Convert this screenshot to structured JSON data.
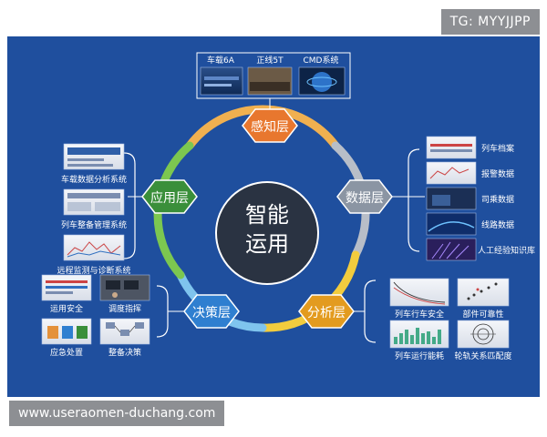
{
  "watermarks": {
    "top": "TG: MYYJJPP",
    "bottom": "www.useraomen-duchang.com"
  },
  "center": {
    "line1": "智能",
    "line2": "运用"
  },
  "nodes": {
    "perception": "感知层",
    "data": "数据层",
    "analysis": "分析层",
    "decision": "决策层",
    "application": "应用层"
  },
  "perception_items": [
    "车载6A",
    "正线5T",
    "CMD系统"
  ],
  "data_items": [
    "列车档案",
    "报警数据",
    "司乘数据",
    "线路数据",
    "人工经验知识库"
  ],
  "analysis_items": [
    "列车行车安全",
    "部件可靠性",
    "列车运行能耗",
    "轮轨关系匹配度"
  ],
  "decision_items": [
    "运用安全",
    "调度指挥",
    "应急处置",
    "整备决策"
  ],
  "application_items": [
    "车载数据分析系统",
    "列车整备管理系统",
    "远程监测与诊断系统"
  ],
  "colors": {
    "background": "#1f4f9e",
    "perception": "#e8772e",
    "data": "#8b95a3",
    "analysis": "#e39b1f",
    "decision": "#2f7fd0",
    "application": "#3a8f3a",
    "center": "#2a3342"
  }
}
